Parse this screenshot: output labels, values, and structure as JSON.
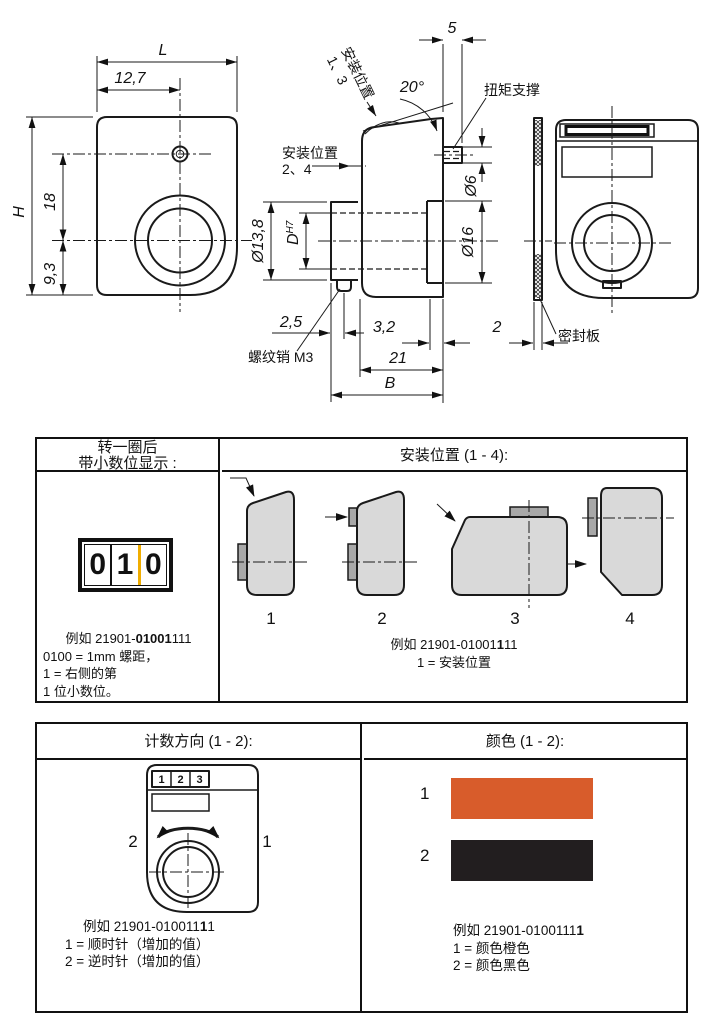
{
  "drawing": {
    "front": {
      "dim_l": "L",
      "dim_127": "12,7",
      "dim_h": "H",
      "dim_18": "18",
      "dim_93": "9,3"
    },
    "side": {
      "label_pos13_line1": "安装位置",
      "label_pos13_line2": "1、3",
      "label_angle": "20°",
      "dim_5": "5",
      "label_torque": "扭矩支撑",
      "label_pos24_line1": "安装位置",
      "label_pos24_line2": "2、4",
      "dim_d138": "Ø13,8",
      "dim_d": "D",
      "dim_d_tol": "H7",
      "dim_d6": "Ø6",
      "dim_d16": "Ø16",
      "dim_25": "2,5",
      "label_pin": "螺纹销 M3",
      "dim_32": "3,2",
      "dim_2": "2",
      "dim_21": "21",
      "dim_b": "B",
      "label_seal": "密封板"
    }
  },
  "decimal_cell": {
    "header_line1": "转一圈后",
    "header_line2": "带小数位显示 :",
    "counter_digits": [
      "0",
      "1",
      "0"
    ],
    "example_prefix": "例如 ",
    "code_pre": "21901-",
    "code_bold": "01001",
    "code_post": "111",
    "note_lines": [
      "0100 = 1mm 螺距，",
      "1 = 右侧的第",
      "1 位小数位。"
    ]
  },
  "mounting_cell": {
    "header": "安装位置 (1 - 4):",
    "position_labels": [
      "1",
      "2",
      "3",
      "4"
    ],
    "example_prefix": "例如 ",
    "code_pre": "21901-01001",
    "code_bold": "1",
    "code_post": "11",
    "note": "1 = 安装位置"
  },
  "direction_cell": {
    "header": "计数方向 (1 - 2):",
    "display_digits": [
      "1",
      "2",
      "3"
    ],
    "ccw_label": "2",
    "cw_label": "1",
    "example_prefix": "例如 ",
    "code_pre": "21901-010011",
    "code_bold": "1",
    "code_post": "1",
    "note_lines": [
      "1 = 顺时针（增加的值）",
      "2 = 逆时针（增加的值）"
    ]
  },
  "color_cell": {
    "header": "颜色 (1 - 2):",
    "items": [
      {
        "label": "1",
        "color": "#d85c2b"
      },
      {
        "label": "2",
        "color": "#221e1f"
      }
    ],
    "example_prefix": "例如 ",
    "code_pre": "21901-0100111",
    "code_bold": "1",
    "code_post": "",
    "note_lines": [
      "1 = 颜色橙色",
      "2 = 颜色黑色"
    ]
  }
}
